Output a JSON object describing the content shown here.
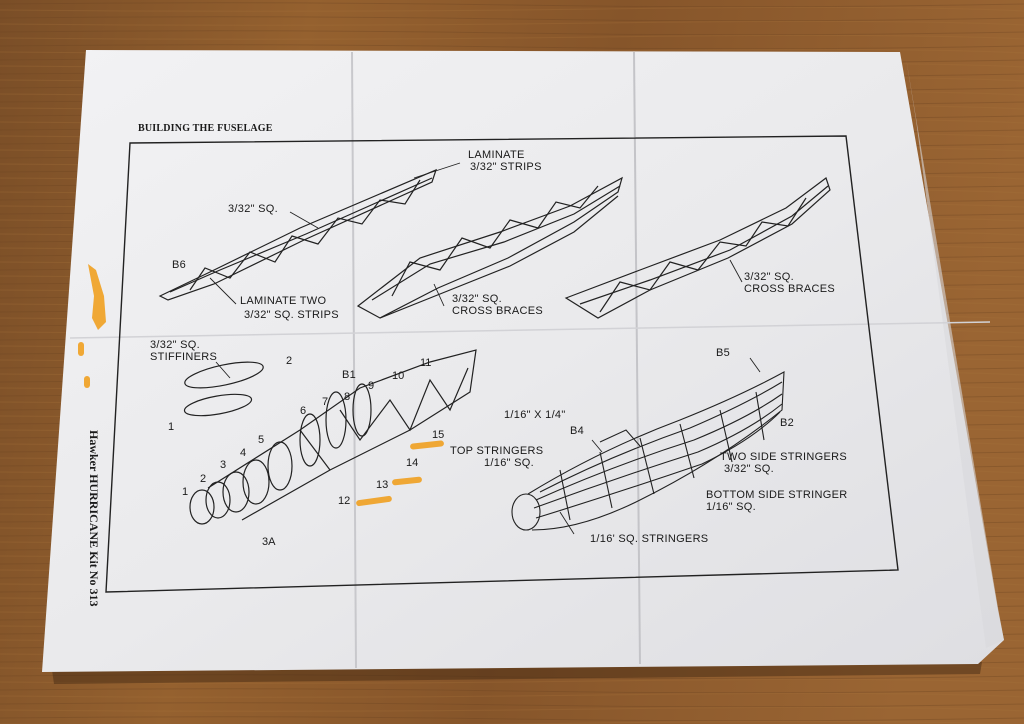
{
  "sheet": {
    "heading": "BUILDING THE FUSELAGE",
    "side_caption": "Hawker HURRICANE  Kit No 313"
  },
  "stage1": {
    "label_laminate": "LAMINATE",
    "label_laminate_strips": "3/32\" STRIPS",
    "label_sq": "3/32\" SQ.",
    "label_b6": "B6",
    "label_laminate_two": "LAMINATE TWO",
    "label_sq_strips": "3/32\" SQ. STRIPS"
  },
  "stage2": {
    "label_sq": "3/32\" SQ.",
    "label_cross_braces": "CROSS BRACES"
  },
  "stage3": {
    "label_sq": "3/32\" SQ.",
    "label_cross_braces": "CROSS BRACES"
  },
  "stage4": {
    "label_stiffeners_sq": "3/32\" SQ.",
    "label_stiffeners": "STIFFINERS",
    "former_numbers": [
      "1",
      "2",
      "3",
      "4",
      "5",
      "6",
      "7",
      "8",
      "9",
      "10",
      "11",
      "12",
      "13",
      "14",
      "15",
      "1",
      "2",
      "3A"
    ],
    "label_b1": "B1"
  },
  "stage5": {
    "label_b5": "B5",
    "label_b2": "B2",
    "label_b4": "B4",
    "label_1_16x1_4": "1/16\" X 1/4\"",
    "label_top_stringers": "TOP STRINGERS",
    "label_top_stringers_sq": "1/16\" SQ.",
    "label_two_side": "TWO SIDE STRINGERS",
    "label_two_side_sq": "3/32\" SQ.",
    "label_bottom_side": "BOTTOM SIDE STRINGER",
    "label_bottom_side_sq": "1/16\" SQ.",
    "label_sq_stringers": "1/16' SQ. STRINGERS"
  },
  "colors": {
    "table_wood": "#8a5a2e",
    "paper": "#eeeef0",
    "ink": "#1a1a1a",
    "highlighter": "#f0a020"
  }
}
